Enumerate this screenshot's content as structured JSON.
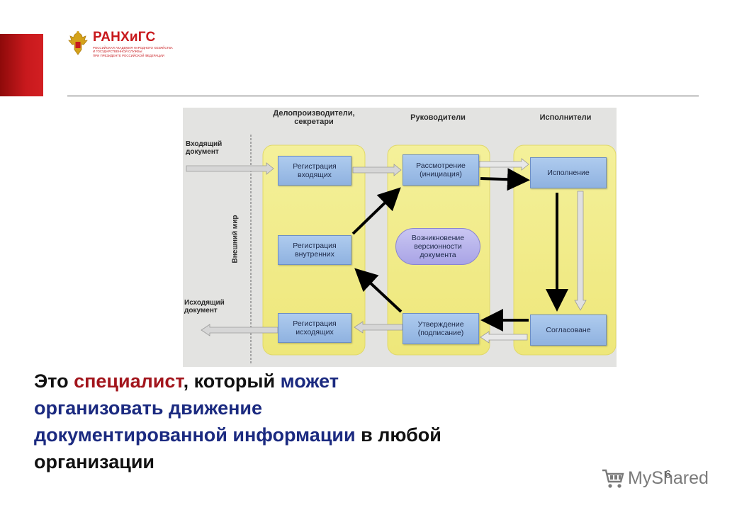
{
  "logo": {
    "name": "РАНХиГС",
    "subtitle_lines": [
      "РОССИЙСКАЯ АКАДЕМИЯ НАРОДНОГО ХОЗЯЙСТВА",
      "И ГОСУДАРСТВЕННОЙ СЛУЖБЫ",
      "ПРИ ПРЕЗИДЕНТЕ РОССИЙСКОЙ ФЕДЕРАЦИИ"
    ]
  },
  "colors": {
    "brand_red": "#c8191d",
    "accent_blue": "#1b2a80",
    "accent_red": "#a2151c"
  },
  "diagram": {
    "columns": [
      {
        "title_line1": "Делопроизводители,",
        "title_line2": "секретари"
      },
      {
        "title_line1": "Руководители",
        "title_line2": ""
      },
      {
        "title_line1": "Исполнители",
        "title_line2": ""
      }
    ],
    "outer_label": "Внешний мир",
    "incoming": {
      "line1": "Входящий",
      "line2": "документ"
    },
    "outgoing": {
      "line1": "Исходящий",
      "line2": "документ"
    },
    "boxes": {
      "reg_in": {
        "line1": "Регистрация",
        "line2": "входящих"
      },
      "reg_internal": {
        "line1": "Регистрация",
        "line2": "внутренних"
      },
      "reg_out": {
        "line1": "Регистрация",
        "line2": "исходящих"
      },
      "review": {
        "line1": "Рассмотрение",
        "line2": "(инициация)"
      },
      "approval": {
        "line1": "Утверждение",
        "line2": "(подписание)"
      },
      "execution": {
        "line1": "Исполнение",
        "line2": ""
      },
      "agreement": {
        "line1": "Согласоване",
        "line2": ""
      }
    },
    "oval": {
      "line1": "Возникновение",
      "line2": "версионности",
      "line3": "документа"
    }
  },
  "caption": {
    "p1": "Это ",
    "p2": "специалист",
    "p3": ", который ",
    "p4": "может",
    "p5": "организовать движение",
    "p6": "документированной информации",
    "p7": " в любой",
    "p8": "организации"
  },
  "watermark": {
    "text": "MyShared"
  },
  "page_number": "6"
}
